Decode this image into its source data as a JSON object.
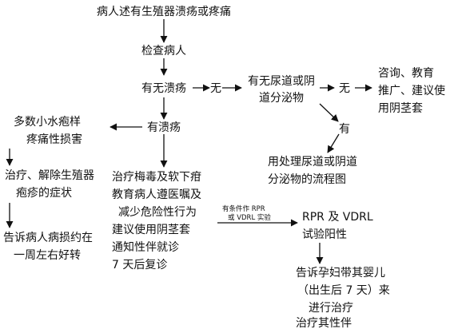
{
  "flowchart": {
    "start": "病人述有生殖器溃疡或疼痛",
    "examine": "检查病人",
    "ulcer_q": "有无溃疡",
    "no_1": "无",
    "discharge_q_1": "有无尿道或阴",
    "discharge_q_2": "道分泌物",
    "no_2": "无",
    "counsel_1": "咨询、教育",
    "counsel_2": "推广、建议使",
    "counsel_3": "用阴茎套",
    "yes_discharge": "有",
    "discharge_chart_1": "用处理尿道或阴道",
    "discharge_chart_2": "分泌物的流程图",
    "has_ulcer": "有溃疡",
    "vesicle_1": "多数小水疱样",
    "vesicle_2": "疼痛性损害",
    "relief_1": "治疗、解除生殖器",
    "relief_2": "疱疹的症状",
    "inform_1": "告诉病人病损约在",
    "inform_2": "一周左右好转",
    "treat_1": "治疗梅毒及软下疳",
    "treat_2": "教育病人遵医嘱及",
    "treat_3": "减少危险性行为",
    "treat_4": "建议使用阴茎套",
    "treat_5": "通知性伴就诊",
    "treat_6": "7 天后复诊",
    "lab_1": "有条件作 RPR",
    "lab_2": "或 VDRL 实验",
    "rpr_1": "RPR 及 VDRL",
    "rpr_2": "试验阳性",
    "infant_1": "告诉孕妇带其婴儿",
    "infant_2": "（出生后 7 天）来",
    "infant_3": "进行治疗",
    "infant_4": "治疗其性伴"
  }
}
